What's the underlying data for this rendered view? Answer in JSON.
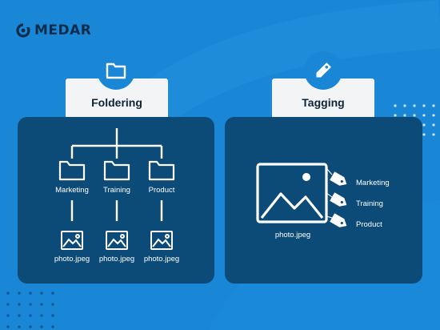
{
  "brand": {
    "name": "MEDAR"
  },
  "foldering": {
    "title": "Foldering",
    "folders": [
      "Marketing",
      "Training",
      "Product"
    ],
    "files": [
      "photo.jpeg",
      "photo.jpeg",
      "photo.jpeg"
    ]
  },
  "tagging": {
    "title": "Tagging",
    "file": "photo.jpeg",
    "tags": [
      "Marketing",
      "Training",
      "Product"
    ]
  },
  "colors": {
    "background": "#1a87d6",
    "panel": "#0c4a77",
    "tab": "#f3f4f5",
    "icon_circle": "#1a87d6",
    "icon_fill": "#ffffff",
    "logo": "#0b2c4a",
    "dot_light": "#cfe4f6",
    "dot_dark": "#0d5b99"
  },
  "icons": {
    "brand": "medar-logo-icon",
    "foldering": "folder-icon",
    "tagging": "tag-icon",
    "file": "image-icon",
    "tag": "tag-icon"
  }
}
